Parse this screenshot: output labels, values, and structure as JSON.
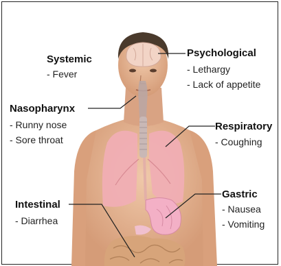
{
  "colors": {
    "skin": "#e8bb9a",
    "skin_shadow": "#c98e6c",
    "hair": "#4a3a2c",
    "lungs": "#f0aeb4",
    "brain": "#f2d4c6",
    "stomach": "#f3b0c6",
    "intestine": "#d7a47a",
    "leader": "#222222"
  },
  "labels": {
    "systemic": {
      "title": "Systemic",
      "items": [
        "- Fever"
      ]
    },
    "psychological": {
      "title": "Psychological",
      "items": [
        "- Lethargy",
        "- Lack of appetite"
      ]
    },
    "nasopharynx": {
      "title": "Nasopharynx",
      "items": [
        "- Runny nose",
        "- Sore throat"
      ]
    },
    "respiratory": {
      "title": "Respiratory",
      "items": [
        "- Coughing"
      ]
    },
    "gastric": {
      "title": "Gastric",
      "items": [
        "- Nausea",
        "- Vomiting"
      ]
    },
    "intestinal": {
      "title": "Intestinal",
      "items": [
        "- Diarrhea"
      ]
    }
  }
}
